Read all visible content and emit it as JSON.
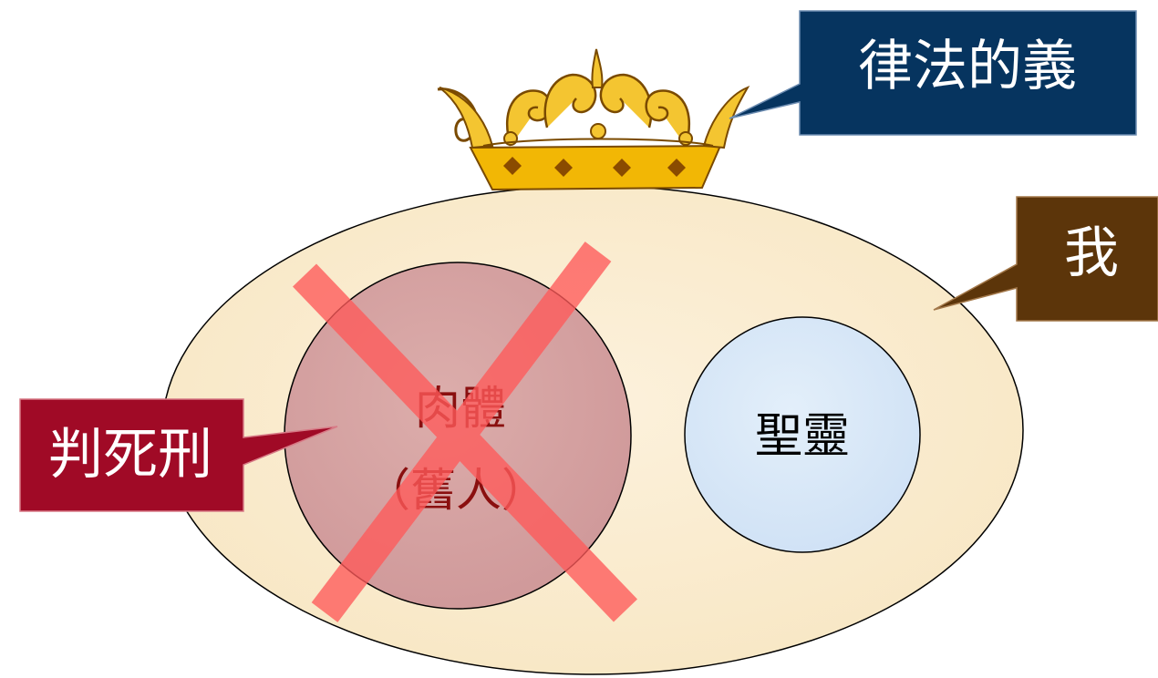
{
  "labels": {
    "law_righteousness": "律法的義",
    "me": "我",
    "death_sentence": "判死刑",
    "flesh_line1": "肉體",
    "flesh_line2": "（舊人）",
    "holy_spirit": "聖靈"
  },
  "icons": {
    "crown": "crown-icon",
    "cross_out": "red-x-mark"
  },
  "colors": {
    "navy_callout": "#06345f",
    "brown_callout": "#5c350a",
    "red_callout": "#a00a26",
    "self_fill": "#fbeed5",
    "flesh_fill": "#d8a3a3",
    "spirit_fill": "#d9e9f8",
    "x_mark": "#ff5a5a",
    "crown_gold": "#f2b705",
    "flesh_text": "#8a0f0f"
  }
}
